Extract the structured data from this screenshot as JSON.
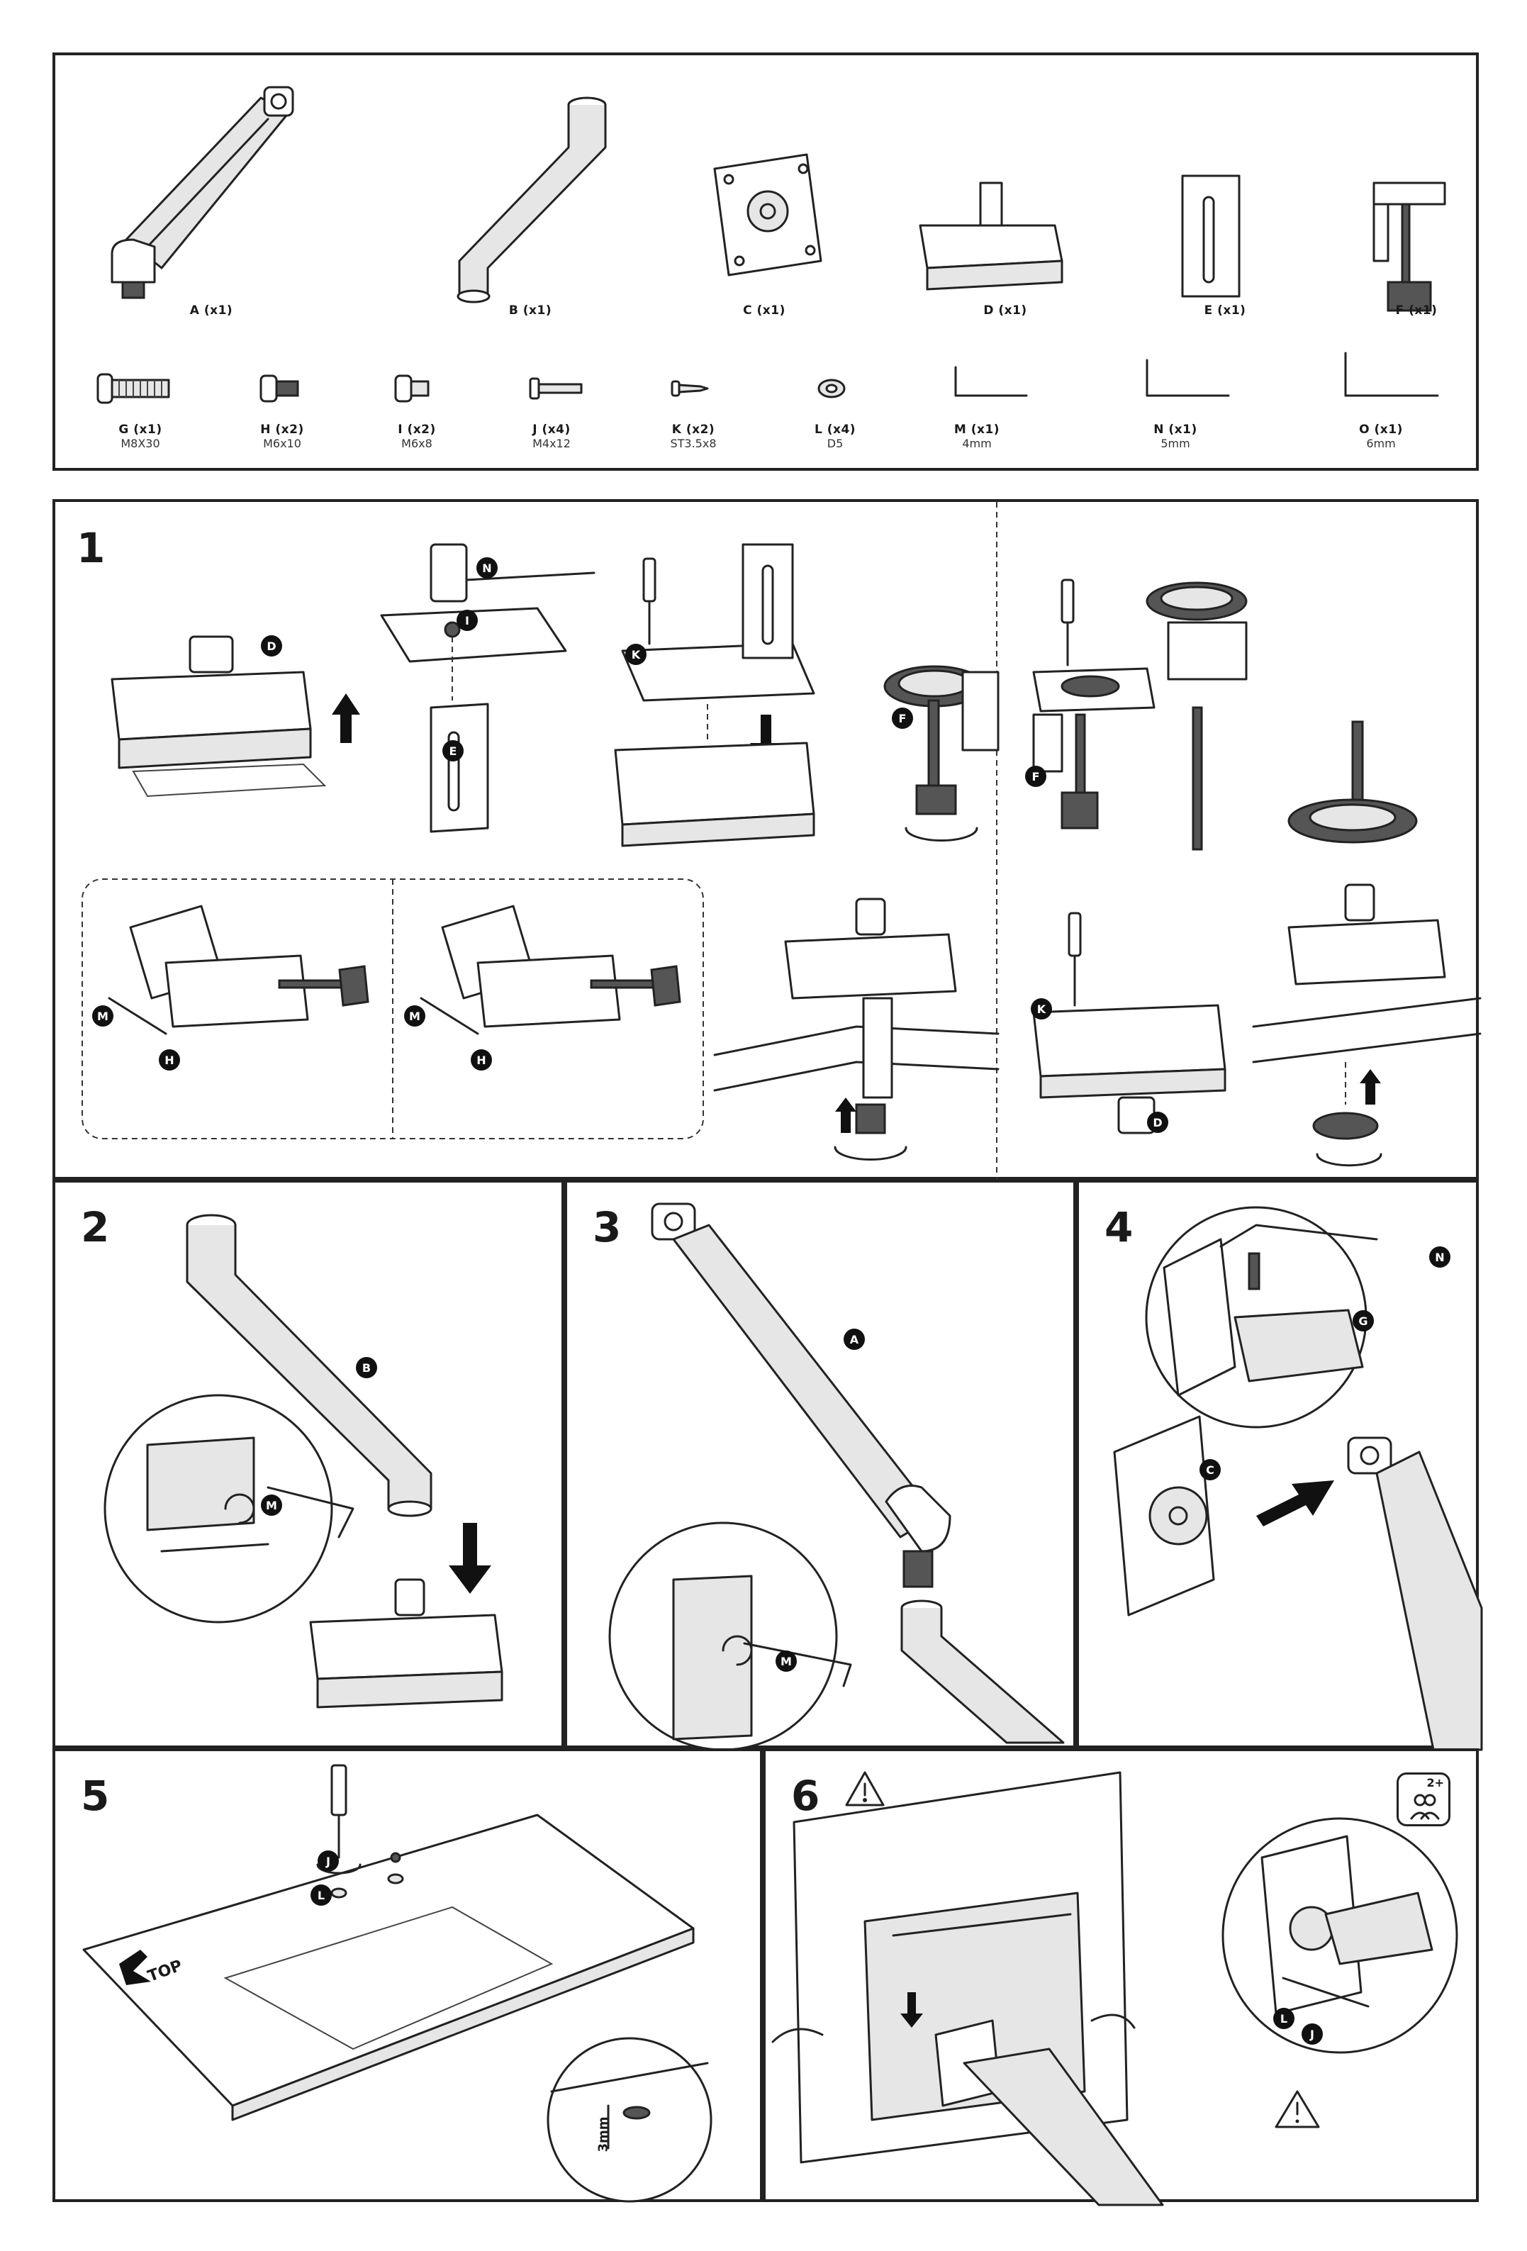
{
  "parts": [
    {
      "label": "A (x1)",
      "spec": ""
    },
    {
      "label": "B (x1)",
      "spec": ""
    },
    {
      "label": "C (x1)",
      "spec": ""
    },
    {
      "label": "D (x1)",
      "spec": ""
    },
    {
      "label": "E (x1)",
      "spec": ""
    },
    {
      "label": "F (x1)",
      "spec": ""
    },
    {
      "label": "G (x1)",
      "spec": "M8X30"
    },
    {
      "label": "H (x2)",
      "spec": "M6x10"
    },
    {
      "label": "I (x2)",
      "spec": "M6x8"
    },
    {
      "label": "J (x4)",
      "spec": "M4x12"
    },
    {
      "label": "K (x2)",
      "spec": "ST3.5x8"
    },
    {
      "label": "L (x4)",
      "spec": "D5"
    },
    {
      "label": "M (x1)",
      "spec": "4mm"
    },
    {
      "label": "N (x1)",
      "spec": "5mm"
    },
    {
      "label": "O (x1)",
      "spec": "6mm"
    }
  ],
  "steps": {
    "s1": "1",
    "s2": "2",
    "s3": "3",
    "s4": "4",
    "s5": "5",
    "s6": "6"
  },
  "callouts": {
    "D": "D",
    "N": "N",
    "I": "I",
    "E": "E",
    "K": "K",
    "F": "F",
    "M": "M",
    "H": "H",
    "B": "B",
    "A": "A",
    "G": "G",
    "C": "C",
    "J": "J",
    "L": "L"
  },
  "labels": {
    "top": "TOP",
    "mm": "3mm",
    "persons": "2+"
  }
}
